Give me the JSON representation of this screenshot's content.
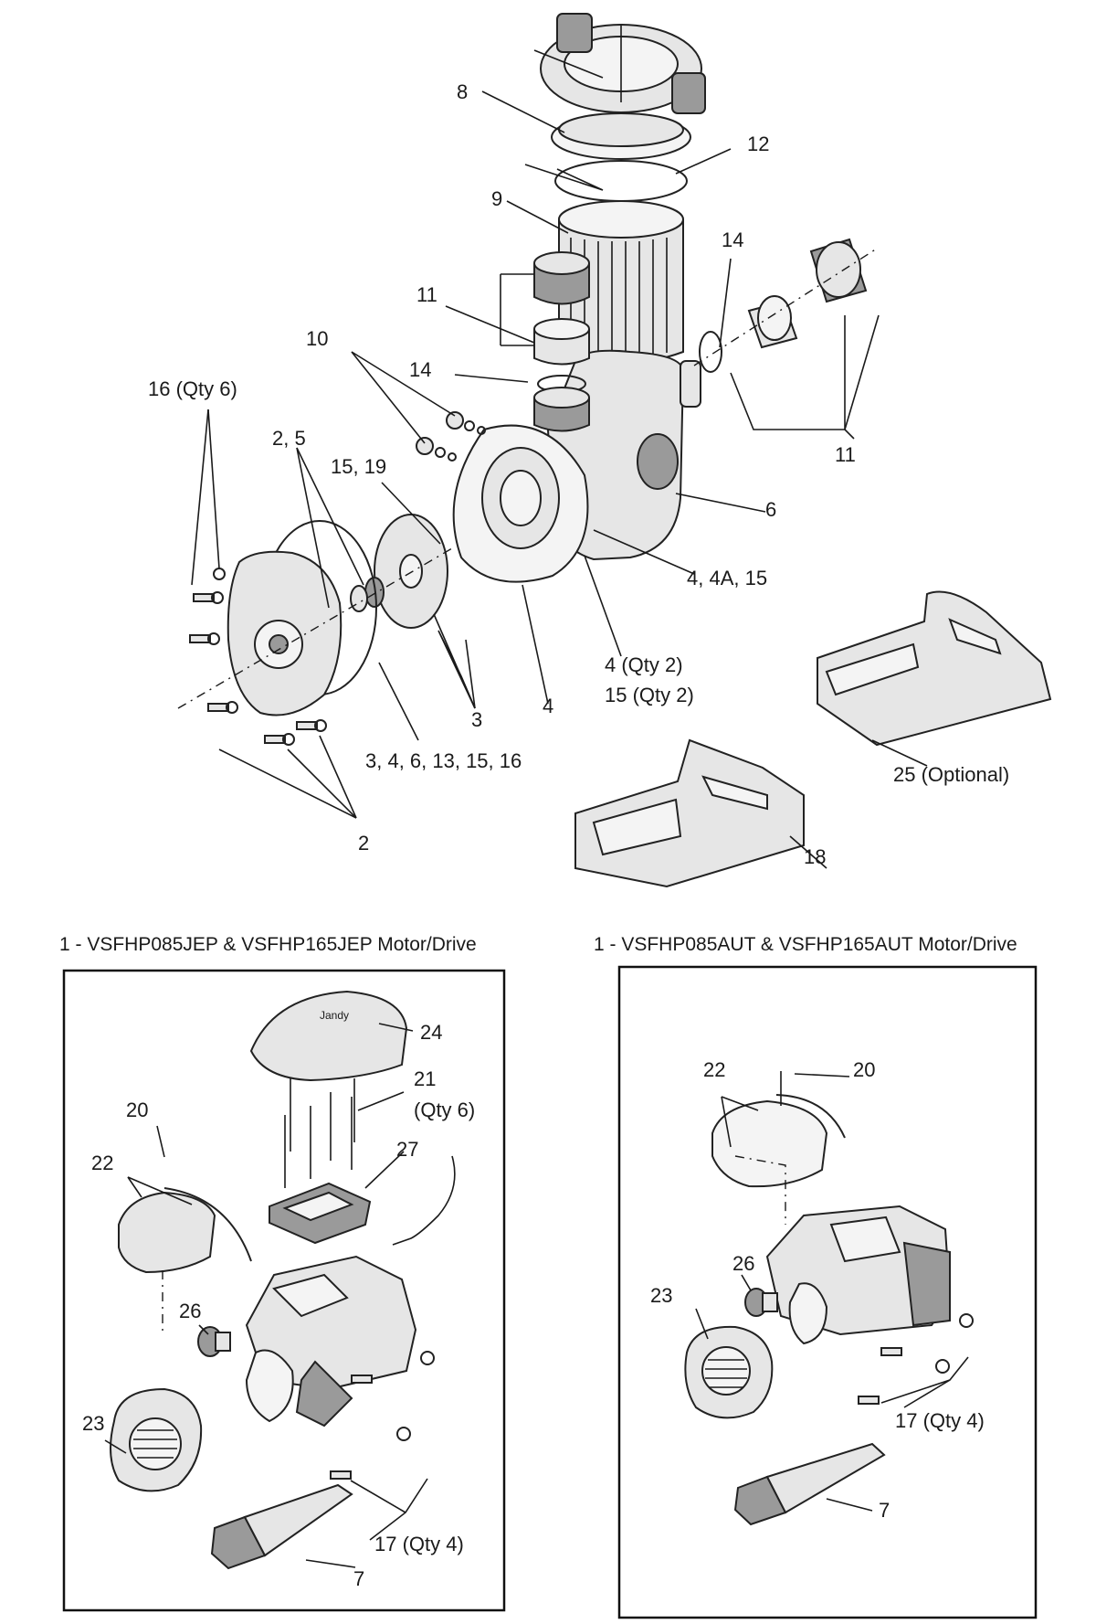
{
  "top_labels": {
    "l8": "8",
    "l12": "12",
    "l9": "9",
    "l14a": "14",
    "l11a": "11",
    "l10": "10",
    "l14b": "14",
    "l16": "16 (Qty 6)",
    "l25": "2, 5",
    "l1519": "15, 19",
    "l11b": "11",
    "l6": "6",
    "l44a15": "4, 4A, 15",
    "l4q": "4 (Qty 2)",
    "l15q": "15 (Qty 2)",
    "l3": "3",
    "l4": "4",
    "l3sub": "3, 4, 6, 13, 15, 16",
    "l2": "2",
    "l25opt": "25 (Optional)",
    "l18": "18"
  },
  "left_panel": {
    "title": "1 - VSFHP085JEP & VSFHP165JEP Motor/Drive",
    "labels": {
      "l24": "24",
      "l21": "21",
      "l21q": "(Qty 6)",
      "l20": "20",
      "l27": "27",
      "l22": "22",
      "l26": "26",
      "l23": "23",
      "l17": "17 (Qty 4)",
      "l7": "7"
    }
  },
  "right_panel": {
    "title": "1 - VSFHP085AUT & VSFHP165AUT Motor/Drive",
    "labels": {
      "l22": "22",
      "l20": "20",
      "l26": "26",
      "l23": "23",
      "l17": "17 (Qty 4)",
      "l7": "7"
    }
  },
  "logo": {
    "brand": "Jandy"
  }
}
